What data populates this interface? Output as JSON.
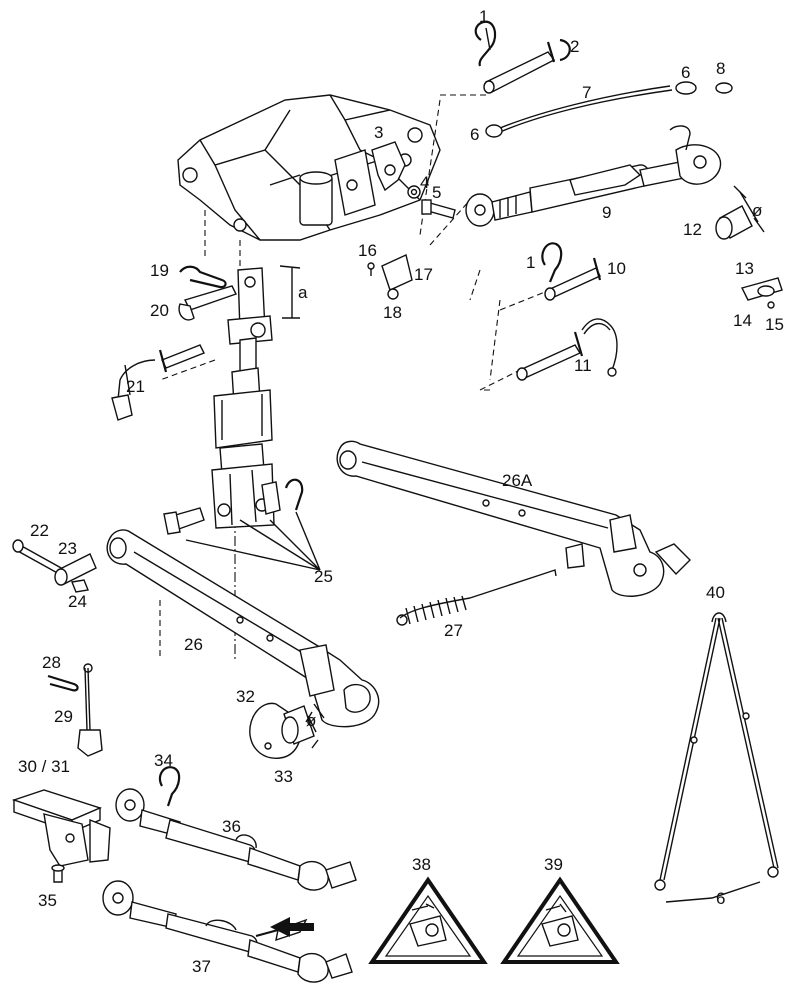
{
  "labels": {
    "p1a": "1",
    "p2": "2",
    "p3": "3",
    "p4": "4",
    "p5": "5",
    "p6a": "6",
    "p6b": "6",
    "p6c": "6",
    "p7": "7",
    "p8": "8",
    "p9": "9",
    "p1b": "1",
    "p10": "10",
    "p11": "11",
    "p12": "12",
    "p13": "13",
    "p14": "14",
    "p15": "15",
    "p16": "16",
    "p17": "17",
    "p18": "18",
    "p19": "19",
    "p20": "20",
    "p21": "21",
    "pa": "a",
    "p22": "22",
    "p23": "23",
    "p24": "24",
    "p25": "25",
    "p26A": "26A",
    "p26": "26",
    "p27": "27",
    "p28": "28",
    "p29": "29",
    "p3031": "30 / 31",
    "p32": "32",
    "p33": "33",
    "p34": "34",
    "p35": "35",
    "p36": "36",
    "p37": "37",
    "p38": "38",
    "p39": "39",
    "p40": "40"
  },
  "warning_signs": [
    {
      "number": "38",
      "icon": "hitch-hook-warning-icon"
    },
    {
      "number": "39",
      "icon": "hitch-latch-warning-icon"
    }
  ],
  "dimension_symbols": {
    "diameter_12": "ø",
    "diameter_32": "ø"
  },
  "colors": {
    "line": "#111111",
    "background": "#ffffff"
  }
}
